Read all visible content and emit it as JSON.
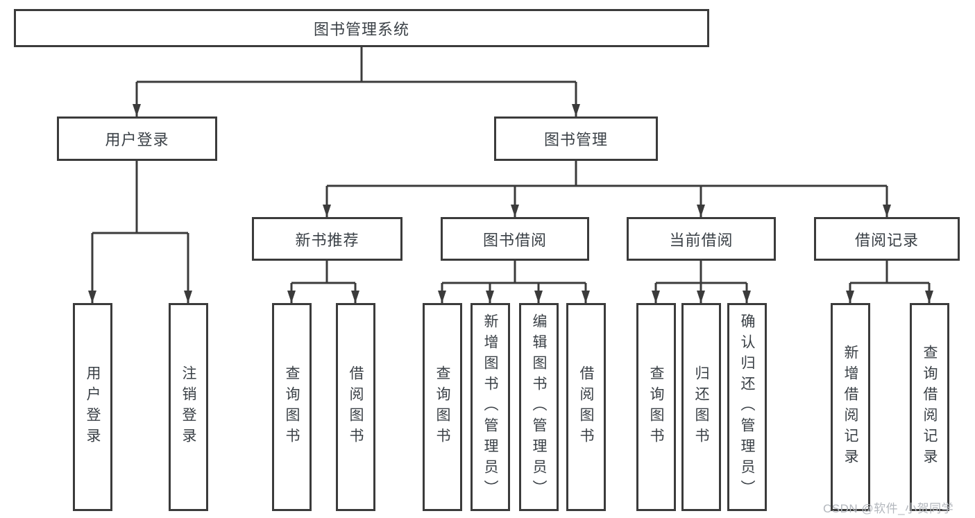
{
  "colors": {
    "background": "#ffffff",
    "line": "#3b3b3b",
    "box_border": "#3b3b3b",
    "text": "#3a4046",
    "watermark": "#b3b7bd"
  },
  "tree": {
    "root": "图书管理系统",
    "branches": [
      {
        "label": "用户登录",
        "children": [
          {
            "label": "用户登录"
          },
          {
            "label": "注销登录"
          }
        ]
      },
      {
        "label": "图书管理",
        "children": [
          {
            "label": "新书推荐",
            "children": [
              {
                "label": "查询图书"
              },
              {
                "label": "借阅图书"
              }
            ]
          },
          {
            "label": "图书借阅",
            "children": [
              {
                "label": "查询图书"
              },
              {
                "label": "新增图书（管理员）"
              },
              {
                "label": "编辑图书（管理员）"
              },
              {
                "label": "借阅图书"
              }
            ]
          },
          {
            "label": "当前借阅",
            "children": [
              {
                "label": "查询图书"
              },
              {
                "label": "归还图书"
              },
              {
                "label": "确认归还（管理员）"
              }
            ]
          },
          {
            "label": "借阅记录",
            "children": [
              {
                "label": "新增借阅记录"
              },
              {
                "label": "查询借阅记录"
              }
            ]
          }
        ]
      }
    ]
  },
  "watermark": "CSDN @软件_小贺同学"
}
